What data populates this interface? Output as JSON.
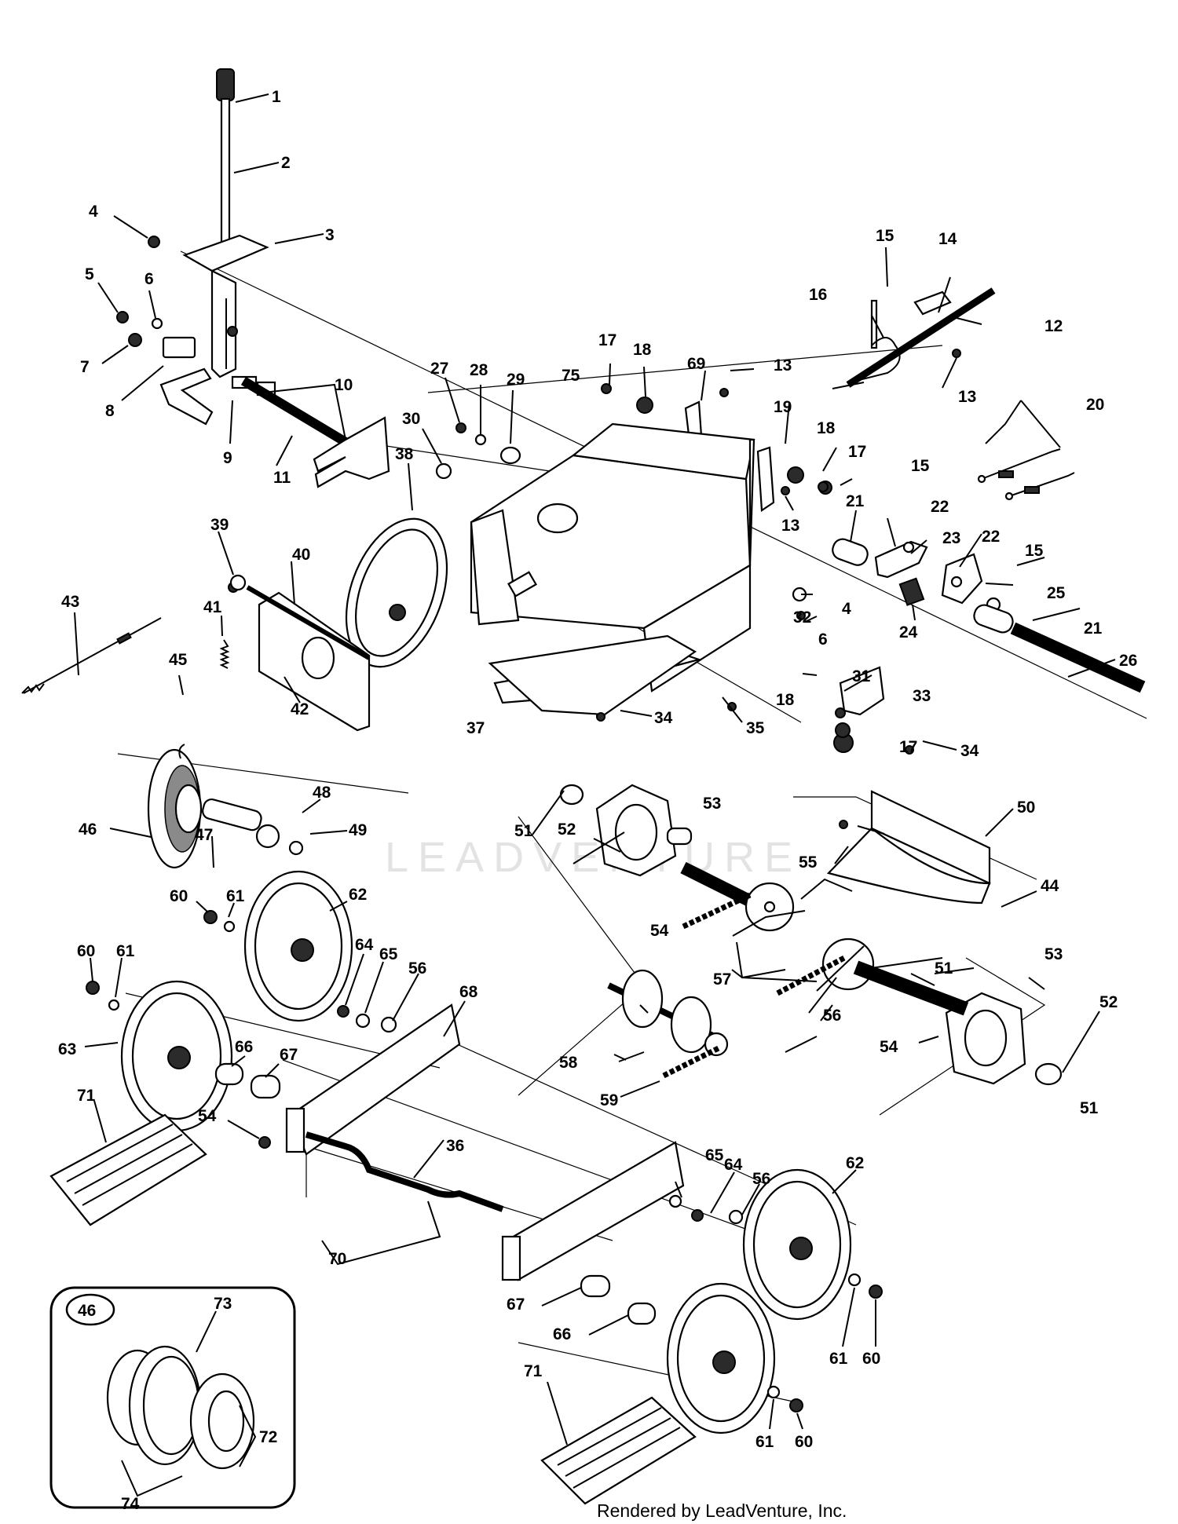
{
  "diagram": {
    "watermark": "LEADVENTURE",
    "footer": "Rendered by LeadVenture, Inc.",
    "inset_label": "46",
    "callouts": [
      {
        "id": "c1",
        "text": "1"
      },
      {
        "id": "c2",
        "text": "2"
      },
      {
        "id": "c3",
        "text": "3"
      },
      {
        "id": "c4a",
        "text": "4"
      },
      {
        "id": "c5",
        "text": "5"
      },
      {
        "id": "c6a",
        "text": "6"
      },
      {
        "id": "c7",
        "text": "7"
      },
      {
        "id": "c8",
        "text": "8"
      },
      {
        "id": "c9",
        "text": "9"
      },
      {
        "id": "c10",
        "text": "10"
      },
      {
        "id": "c11",
        "text": "11"
      },
      {
        "id": "c12",
        "text": "12"
      },
      {
        "id": "c13a",
        "text": "13"
      },
      {
        "id": "c13b",
        "text": "13"
      },
      {
        "id": "c13c",
        "text": "13"
      },
      {
        "id": "c14",
        "text": "14"
      },
      {
        "id": "c15a",
        "text": "15"
      },
      {
        "id": "c15b",
        "text": "15"
      },
      {
        "id": "c15c",
        "text": "15"
      },
      {
        "id": "c16",
        "text": "16"
      },
      {
        "id": "c17a",
        "text": "17"
      },
      {
        "id": "c17b",
        "text": "17"
      },
      {
        "id": "c17c",
        "text": "17"
      },
      {
        "id": "c18a",
        "text": "18"
      },
      {
        "id": "c18b",
        "text": "18"
      },
      {
        "id": "c18c",
        "text": "18"
      },
      {
        "id": "c19",
        "text": "19"
      },
      {
        "id": "c20",
        "text": "20"
      },
      {
        "id": "c21a",
        "text": "21"
      },
      {
        "id": "c21b",
        "text": "21"
      },
      {
        "id": "c22a",
        "text": "22"
      },
      {
        "id": "c22b",
        "text": "22"
      },
      {
        "id": "c23",
        "text": "23"
      },
      {
        "id": "c24",
        "text": "24"
      },
      {
        "id": "c25",
        "text": "25"
      },
      {
        "id": "c26",
        "text": "26"
      },
      {
        "id": "c27",
        "text": "27"
      },
      {
        "id": "c28",
        "text": "28"
      },
      {
        "id": "c29",
        "text": "29"
      },
      {
        "id": "c30",
        "text": "30"
      },
      {
        "id": "c31",
        "text": "31"
      },
      {
        "id": "c32",
        "text": "32"
      },
      {
        "id": "c33",
        "text": "33"
      },
      {
        "id": "c34a",
        "text": "34"
      },
      {
        "id": "c34b",
        "text": "34"
      },
      {
        "id": "c35",
        "text": "35"
      },
      {
        "id": "c36",
        "text": "36"
      },
      {
        "id": "c37",
        "text": "37"
      },
      {
        "id": "c38",
        "text": "38"
      },
      {
        "id": "c39",
        "text": "39"
      },
      {
        "id": "c40",
        "text": "40"
      },
      {
        "id": "c41",
        "text": "41"
      },
      {
        "id": "c42",
        "text": "42"
      },
      {
        "id": "c43",
        "text": "43"
      },
      {
        "id": "c44",
        "text": "44"
      },
      {
        "id": "c45",
        "text": "45"
      },
      {
        "id": "c46",
        "text": "46"
      },
      {
        "id": "c47",
        "text": "47"
      },
      {
        "id": "c48",
        "text": "48"
      },
      {
        "id": "c49",
        "text": "49"
      },
      {
        "id": "c4b",
        "text": "4"
      },
      {
        "id": "c6b",
        "text": "6"
      },
      {
        "id": "c50",
        "text": "50"
      },
      {
        "id": "c51a",
        "text": "51"
      },
      {
        "id": "c51b",
        "text": "51"
      },
      {
        "id": "c51c",
        "text": "51"
      },
      {
        "id": "c52a",
        "text": "52"
      },
      {
        "id": "c52b",
        "text": "52"
      },
      {
        "id": "c53a",
        "text": "53"
      },
      {
        "id": "c53b",
        "text": "53"
      },
      {
        "id": "c54a",
        "text": "54"
      },
      {
        "id": "c54b",
        "text": "54"
      },
      {
        "id": "c54c",
        "text": "54"
      },
      {
        "id": "c55",
        "text": "55"
      },
      {
        "id": "c56a",
        "text": "56"
      },
      {
        "id": "c56b",
        "text": "56"
      },
      {
        "id": "c56c",
        "text": "56"
      },
      {
        "id": "c57",
        "text": "57"
      },
      {
        "id": "c58",
        "text": "58"
      },
      {
        "id": "c59",
        "text": "59"
      },
      {
        "id": "c60a",
        "text": "60"
      },
      {
        "id": "c60b",
        "text": "60"
      },
      {
        "id": "c60c",
        "text": "60"
      },
      {
        "id": "c60d",
        "text": "60"
      },
      {
        "id": "c61a",
        "text": "61"
      },
      {
        "id": "c61b",
        "text": "61"
      },
      {
        "id": "c61c",
        "text": "61"
      },
      {
        "id": "c61d",
        "text": "61"
      },
      {
        "id": "c62a",
        "text": "62"
      },
      {
        "id": "c62b",
        "text": "62"
      },
      {
        "id": "c63",
        "text": "63"
      },
      {
        "id": "c64a",
        "text": "64"
      },
      {
        "id": "c64b",
        "text": "64"
      },
      {
        "id": "c65a",
        "text": "65"
      },
      {
        "id": "c65b",
        "text": "65"
      },
      {
        "id": "c66a",
        "text": "66"
      },
      {
        "id": "c66b",
        "text": "66"
      },
      {
        "id": "c67a",
        "text": "67"
      },
      {
        "id": "c67b",
        "text": "67"
      },
      {
        "id": "c68",
        "text": "68"
      },
      {
        "id": "c69",
        "text": "69"
      },
      {
        "id": "c70",
        "text": "70"
      },
      {
        "id": "c71a",
        "text": "71"
      },
      {
        "id": "c71b",
        "text": "71"
      },
      {
        "id": "c72",
        "text": "72"
      },
      {
        "id": "c73",
        "text": "73"
      },
      {
        "id": "c74",
        "text": "74"
      },
      {
        "id": "c75",
        "text": "75"
      }
    ]
  }
}
